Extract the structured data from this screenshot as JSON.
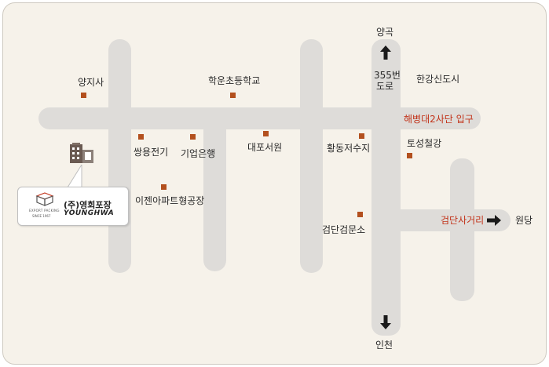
{
  "labels": {
    "yangjisa": "양지사",
    "hakun_school": "학운초등학교",
    "hangang_newtown": "한강신도시",
    "yanggok": "양곡",
    "road_355_a": "355번",
    "road_355_b": "도로",
    "haebyeong_entrance": "해병대2사단 입구",
    "ssangyong": "쌍용전기",
    "ibk": "기업은행",
    "daepo": "대포서원",
    "hwangdong": "황동저수지",
    "toseong": "토성철강",
    "ijen": "이젠아파트형공장",
    "geomdan_inspection": "검단검문소",
    "geomdan_junction": "검단사거리",
    "wondang": "원당",
    "incheon": "인천"
  },
  "company": {
    "name": "(주)영회포장",
    "brand_en": "YOUNGHWA",
    "tagline": "EXPORT PACKING",
    "since": "SINCE 1967"
  },
  "colors": {
    "road": "#dedcd9",
    "background": "#f6f2ea",
    "marker": "#b3501e",
    "highlight_text": "#c2331a"
  },
  "icons": {
    "company_building": "building-icon",
    "company_logo": "cube-logo-icon",
    "arrows": [
      "arrow-up-icon",
      "arrow-down-icon",
      "arrow-right-icon"
    ]
  }
}
